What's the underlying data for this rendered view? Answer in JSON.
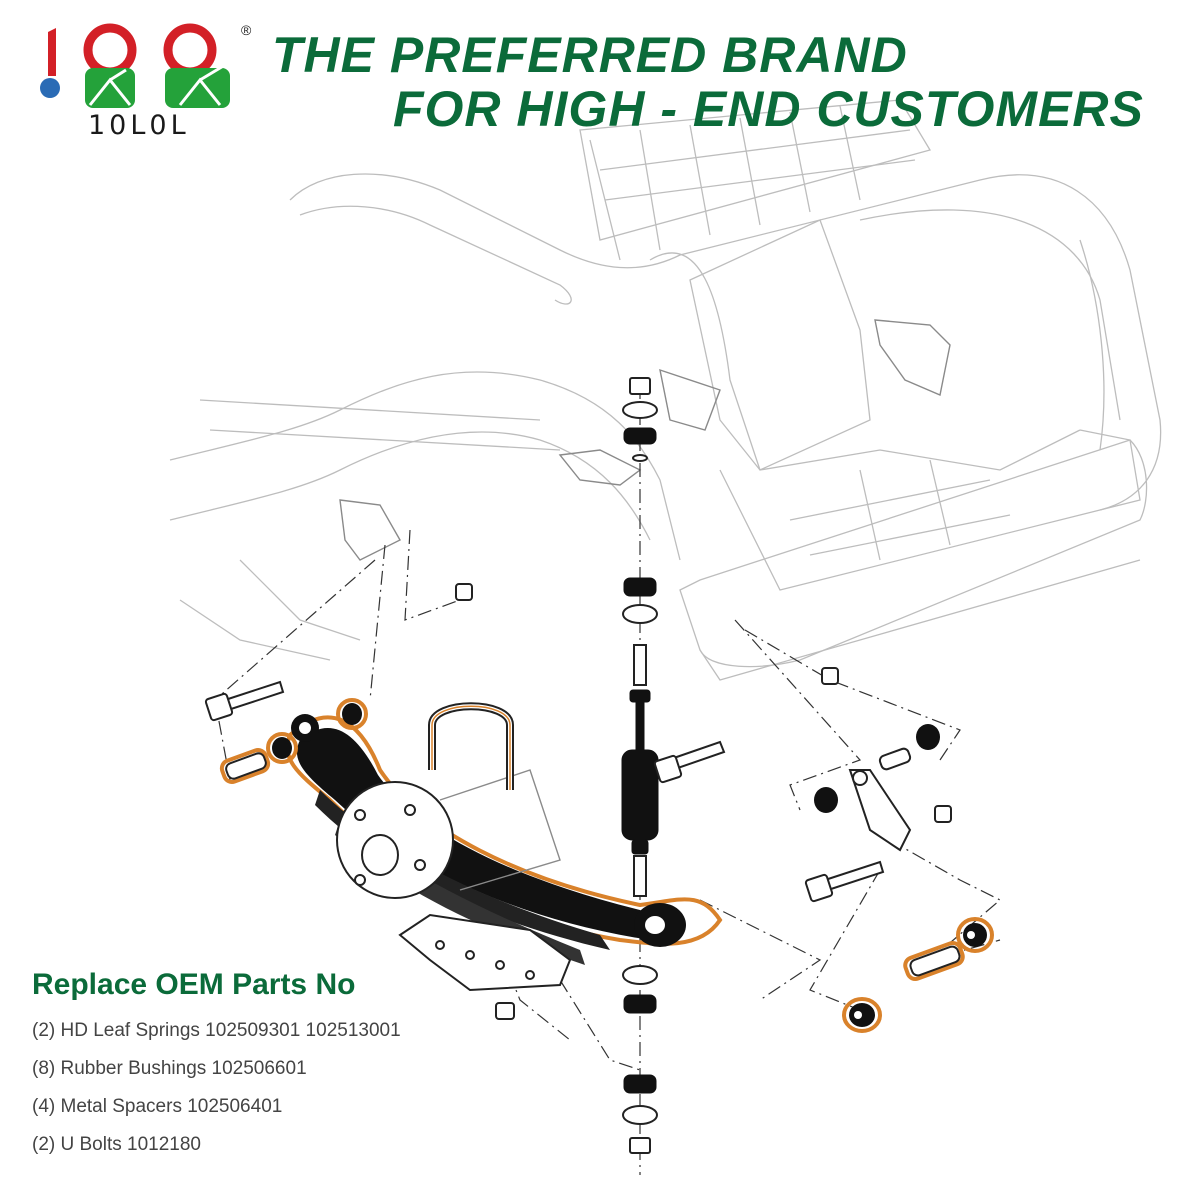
{
  "brand": {
    "logo_text": "10L0L",
    "registered_mark": "®",
    "colors": {
      "red": "#d32027",
      "green": "#24a23a",
      "headline_green": "#0b6b3a",
      "highlight": "#d9822b"
    }
  },
  "headline": {
    "line1": "THE PREFERRED BRAND",
    "line2": "FOR HIGH - END CUSTOMERS"
  },
  "parts": {
    "title": "Replace OEM Parts No",
    "items": [
      "(2) HD Leaf Springs 102509301 102513001",
      "(8) Rubber Bushings 102506601",
      "(4) Metal Spacers 102506401",
      "(2) U Bolts 1012180"
    ]
  }
}
